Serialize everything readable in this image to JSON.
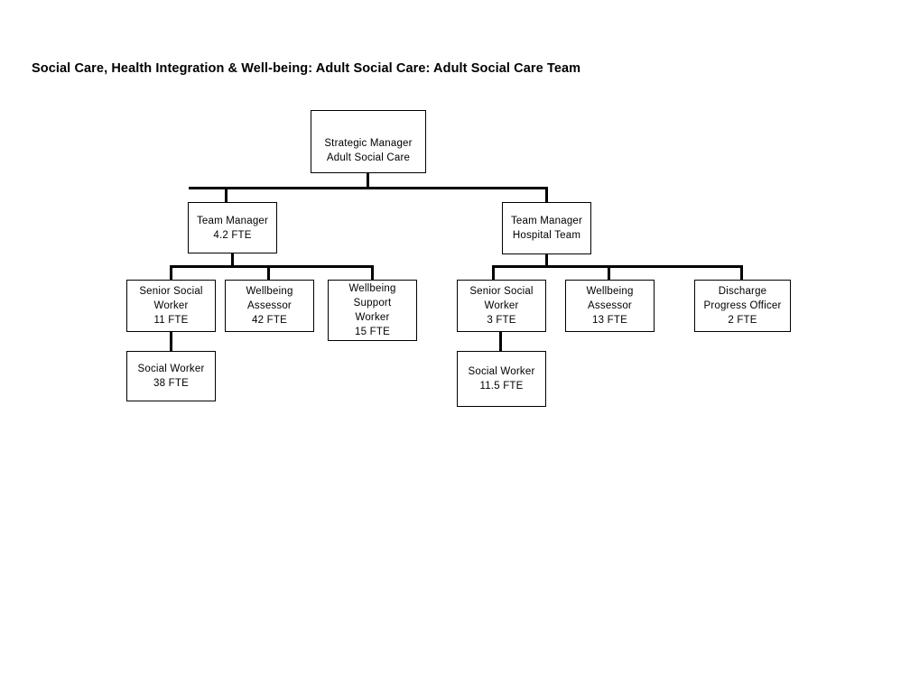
{
  "title": "Social Care, Health Integration & Well-being: Adult Social Care: Adult Social Care Team",
  "colors": {
    "background": "#ffffff",
    "box_border": "#000000",
    "connector": "#000000",
    "text": "#000000"
  },
  "chart_data": {
    "type": "diagram",
    "diagram_type": "organizational-chart",
    "title": "Social Care, Health Integration & Well-being: Adult Social Care: Adult Social Care Team",
    "nodes": [
      {
        "id": "strategic-manager",
        "lines": [
          "Strategic  Manager",
          "Adult Social  Care"
        ],
        "role": "Strategic Manager",
        "unit": "Adult Social Care",
        "fte": null,
        "level": 0,
        "parent": null
      },
      {
        "id": "team-manager-adult",
        "lines": [
          "Team Manager",
          "4.2 FTE"
        ],
        "role": "Team Manager",
        "unit": null,
        "fte": "4.2 FTE",
        "level": 1,
        "parent": "strategic-manager"
      },
      {
        "id": "team-manager-hospital",
        "lines": [
          "Team Manager",
          "Hospital Team"
        ],
        "role": "Team Manager",
        "unit": "Hospital Team",
        "fte": null,
        "level": 1,
        "parent": "strategic-manager"
      },
      {
        "id": "senior-social-worker-adult",
        "lines": [
          "Senior Social",
          "Worker",
          "11 FTE"
        ],
        "role": "Senior Social Worker",
        "unit": null,
        "fte": "11 FTE",
        "level": 2,
        "parent": "team-manager-adult"
      },
      {
        "id": "wellbeing-assessor-adult",
        "lines": [
          "Wellbeing",
          "Assessor",
          "42 FTE"
        ],
        "role": "Wellbeing Assessor",
        "unit": null,
        "fte": "42 FTE",
        "level": 2,
        "parent": "team-manager-adult"
      },
      {
        "id": "wellbeing-support-worker",
        "lines": [
          "Wellbeing",
          "Support",
          "Worker",
          "15 FTE"
        ],
        "role": "Wellbeing Support Worker",
        "unit": null,
        "fte": "15 FTE",
        "level": 2,
        "parent": "team-manager-adult"
      },
      {
        "id": "social-worker-adult",
        "lines": [
          "Social Worker",
          "38 FTE"
        ],
        "role": "Social Worker",
        "unit": null,
        "fte": "38 FTE",
        "level": 3,
        "parent": "senior-social-worker-adult"
      },
      {
        "id": "senior-social-worker-hospital",
        "lines": [
          "Senior Social",
          "Worker",
          "3 FTE"
        ],
        "role": "Senior Social Worker",
        "unit": null,
        "fte": "3 FTE",
        "level": 2,
        "parent": "team-manager-hospital"
      },
      {
        "id": "wellbeing-assessor-hospital",
        "lines": [
          "Wellbeing",
          "Assessor",
          "13 FTE"
        ],
        "role": "Wellbeing Assessor",
        "unit": null,
        "fte": "13 FTE",
        "level": 2,
        "parent": "team-manager-hospital"
      },
      {
        "id": "discharge-progress-officer",
        "lines": [
          "Discharge",
          "Progress  Officer",
          "2 FTE"
        ],
        "role": "Discharge Progress Officer",
        "unit": null,
        "fte": "2 FTE",
        "level": 2,
        "parent": "team-manager-hospital"
      },
      {
        "id": "social-worker-hospital",
        "lines": [
          "Social Worker",
          "11.5 FTE"
        ],
        "role": "Social Worker",
        "unit": null,
        "fte": "11.5 FTE",
        "level": 3,
        "parent": "senior-social-worker-hospital"
      }
    ],
    "edges": [
      {
        "from": "strategic-manager",
        "to": "team-manager-adult"
      },
      {
        "from": "strategic-manager",
        "to": "team-manager-hospital"
      },
      {
        "from": "team-manager-adult",
        "to": "senior-social-worker-adult"
      },
      {
        "from": "team-manager-adult",
        "to": "wellbeing-assessor-adult"
      },
      {
        "from": "team-manager-adult",
        "to": "wellbeing-support-worker"
      },
      {
        "from": "team-manager-hospital",
        "to": "senior-social-worker-hospital"
      },
      {
        "from": "team-manager-hospital",
        "to": "wellbeing-assessor-hospital"
      },
      {
        "from": "team-manager-hospital",
        "to": "discharge-progress-officer"
      },
      {
        "from": "senior-social-worker-adult",
        "to": "social-worker-adult"
      },
      {
        "from": "senior-social-worker-hospital",
        "to": "social-worker-hospital"
      }
    ]
  },
  "nodes": {
    "strategic_manager": {
      "line1": "Strategic  Manager",
      "line2": "Adult Social  Care"
    },
    "team_manager_adult": {
      "line1": "Team Manager",
      "line2": "4.2 FTE"
    },
    "team_manager_hospital": {
      "line1": "Team Manager",
      "line2": "Hospital Team"
    },
    "senior_social_worker_adult": {
      "line1": "Senior Social",
      "line2": "Worker",
      "line3": "11 FTE"
    },
    "wellbeing_assessor_adult": {
      "line1": "Wellbeing",
      "line2": "Assessor",
      "line3": "42 FTE"
    },
    "wellbeing_support_worker": {
      "line1": "Wellbeing",
      "line2": "Support",
      "line3": "Worker",
      "line4": "15 FTE"
    },
    "social_worker_adult": {
      "line1": "Social Worker",
      "line2": "38 FTE"
    },
    "senior_social_worker_hospital": {
      "line1": "Senior Social",
      "line2": "Worker",
      "line3": "3 FTE"
    },
    "wellbeing_assessor_hospital": {
      "line1": "Wellbeing",
      "line2": "Assessor",
      "line3": "13 FTE"
    },
    "discharge_progress_officer": {
      "line1": "Discharge",
      "line2": "Progress  Officer",
      "line3": "2 FTE"
    },
    "social_worker_hospital": {
      "line1": "Social Worker",
      "line2": "11.5 FTE"
    }
  }
}
